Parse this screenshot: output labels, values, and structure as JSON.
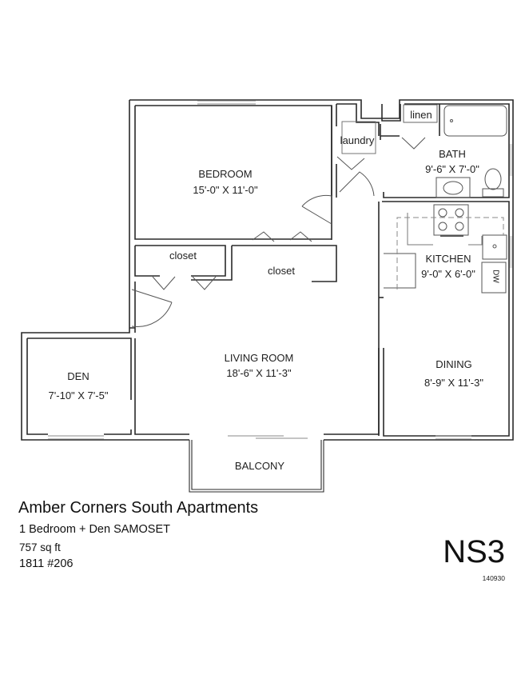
{
  "floorplan": {
    "rooms": [
      {
        "id": "bedroom",
        "name": "BEDROOM",
        "dimensions": "15'-0\" X 11'-0\""
      },
      {
        "id": "laundry",
        "name": "laundry"
      },
      {
        "id": "linen",
        "name": "linen"
      },
      {
        "id": "bath",
        "name": "BATH",
        "dimensions": "9'-6\" X 7'-0\""
      },
      {
        "id": "closet-left",
        "name": "closet"
      },
      {
        "id": "closet-right",
        "name": "closet"
      },
      {
        "id": "kitchen",
        "name": "KITCHEN",
        "dimensions": "9'-0\" X 6'-0\""
      },
      {
        "id": "living-room",
        "name": "LIVING ROOM",
        "dimensions": "18'-6\" X 11'-3\""
      },
      {
        "id": "den",
        "name": "DEN",
        "dimensions": "7'-10\" X 7'-5\""
      },
      {
        "id": "dining",
        "name": "DINING",
        "dimensions": "8'-9\" X 11'-3\""
      },
      {
        "id": "balcony",
        "name": "BALCONY"
      }
    ],
    "appliance_labels": {
      "dishwasher": "DW"
    }
  },
  "info": {
    "property": "Amber Corners South Apartments",
    "unit_type": "1 Bedroom + Den SAMOSET",
    "area": "757 sq ft",
    "unit_number": "1811 #206",
    "plan_code": "NS3",
    "revision": "140930"
  },
  "colors": {
    "wall": "#2a2a2a",
    "window": "#8a8a8a",
    "fixture": "#555555"
  }
}
